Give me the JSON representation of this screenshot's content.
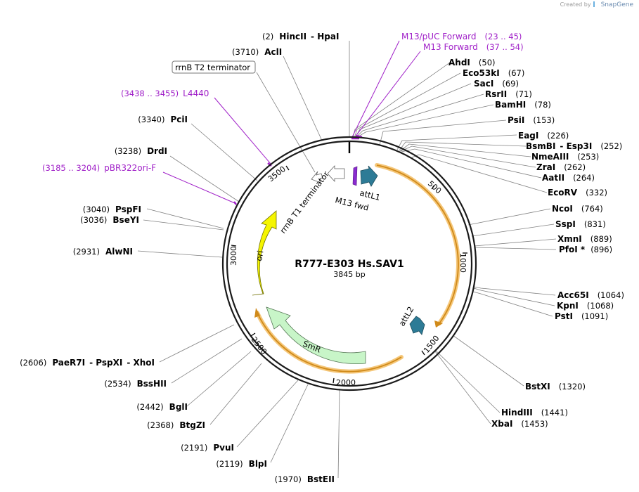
{
  "header": {
    "created_by": "Created by",
    "brand": "SnapGene"
  },
  "plasmid": {
    "name": "R777-E303 Hs.SAV1",
    "length_label": "3845 bp"
  },
  "ticks": [
    "500",
    "1000",
    "1500",
    "2000",
    "2500",
    "3000",
    "3500"
  ],
  "features": {
    "rrnb_t1": "rrnB T1 terminator",
    "attl1": "attL1",
    "m13fwd": "M13 fwd",
    "attl2": "attL2",
    "smr": "SmR",
    "ori": "ori"
  },
  "boxed_label": "rrnB T2 terminator",
  "right_labels": [
    {
      "name": "AhdI",
      "pos": "(50)"
    },
    {
      "name": "Eco53kI",
      "pos": "(67)"
    },
    {
      "name": "SacI",
      "pos": "(69)"
    },
    {
      "name": "RsrII",
      "pos": "(71)"
    },
    {
      "name": "BamHI",
      "pos": "(78)"
    },
    {
      "name": "PsiI",
      "pos": "(153)"
    },
    {
      "name": "EagI",
      "pos": "(226)"
    },
    {
      "name": "BsmBI",
      "name2": "Esp3I",
      "pos": "(252)"
    },
    {
      "name": "NmeAIII",
      "pos": "(253)"
    },
    {
      "name": "ZraI",
      "pos": "(262)"
    },
    {
      "name": "AatII",
      "pos": "(264)"
    },
    {
      "name": "EcoRV",
      "pos": "(332)"
    },
    {
      "name": "NcoI",
      "pos": "(764)"
    },
    {
      "name": "SspI",
      "pos": "(831)"
    },
    {
      "name": "XmnI",
      "pos": "(889)"
    },
    {
      "name": "PfoI *",
      "pos": "(896)"
    },
    {
      "name": "Acc65I",
      "pos": "(1064)"
    },
    {
      "name": "KpnI",
      "pos": "(1068)"
    },
    {
      "name": "PstI",
      "pos": "(1091)"
    },
    {
      "name": "BstXI",
      "pos": "(1320)"
    },
    {
      "name": "HindIII",
      "pos": "(1441)"
    },
    {
      "name": "XbaI",
      "pos": "(1453)"
    }
  ],
  "top_labels": [
    {
      "pos": "(2)",
      "name": "HincII",
      "name2": "HpaI"
    },
    {
      "pos": "(3710)",
      "name": "AclI"
    }
  ],
  "left_labels": [
    {
      "pos": "(3340)",
      "name": "PciI"
    },
    {
      "pos": "(3238)",
      "name": "DrdI"
    },
    {
      "pos": "(3040)",
      "name": "PspFI"
    },
    {
      "pos": "(3036)",
      "name": "BseYI"
    },
    {
      "pos": "(2931)",
      "name": "AlwNI"
    },
    {
      "pos": "(2606)",
      "name": "PaeR7I",
      "name2": "PspXI",
      "name3": "XhoI"
    },
    {
      "pos": "(2534)",
      "name": "BssHII"
    },
    {
      "pos": "(2442)",
      "name": "BglI"
    },
    {
      "pos": "(2368)",
      "name": "BtgZI"
    },
    {
      "pos": "(2191)",
      "name": "PvuI"
    },
    {
      "pos": "(2119)",
      "name": "BlpI"
    },
    {
      "pos": "(1970)",
      "name": "BstEII"
    }
  ],
  "primers": [
    {
      "name": "M13/pUC Forward",
      "range": "(23 .. 45)"
    },
    {
      "name": "M13 Forward",
      "range": "(37 .. 54)"
    },
    {
      "name": "L4440",
      "range": "(3438 .. 3455)"
    },
    {
      "name": "pBR322ori-F",
      "range": "(3185 .. 3204)"
    }
  ],
  "colors": {
    "backbone": "#1a1a1a",
    "primer": "#a020c8",
    "attl": "#2d7b96",
    "ori": "#f5f500",
    "smr": "#c8f5c8",
    "highlight": "#f5c77a",
    "orf_arrow": "#d08a1a"
  }
}
